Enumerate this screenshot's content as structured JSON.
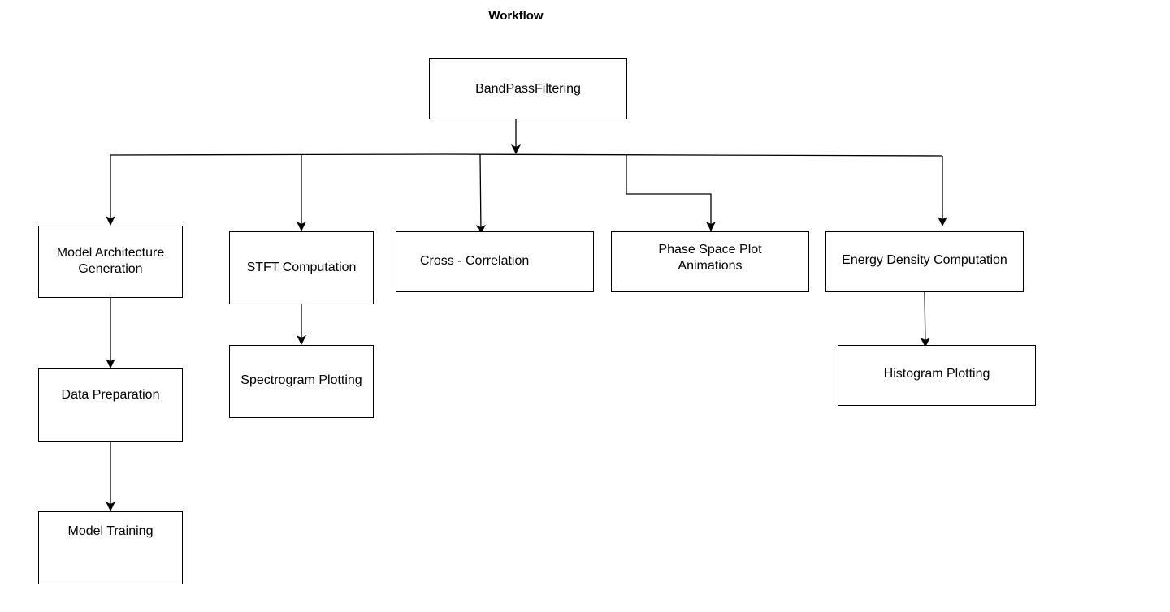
{
  "title": "Workflow",
  "nodes": {
    "bandpass": "BandPassFiltering",
    "model_architecture": "Model Architecture\nGeneration",
    "data_preparation": "Data Preparation",
    "model_training": "Model Training",
    "stft": "STFT Computation",
    "spectrogram": "Spectrogram Plotting",
    "cross_correlation": "Cross - Correlation",
    "phase_space": "Phase Space Plot\nAnimations",
    "energy_density": "Energy Density Computation",
    "histogram": "Histogram Plotting"
  }
}
